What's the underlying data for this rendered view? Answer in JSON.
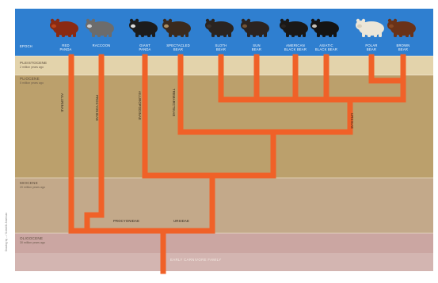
{
  "header": {
    "epoch_col": "EPOCH"
  },
  "species": [
    {
      "id": "red-panda",
      "label_lines": [
        "RED",
        "PANDA"
      ],
      "fur": "#8a2a12",
      "accent": "#c0471b"
    },
    {
      "id": "raccoon",
      "label_lines": [
        "RACCOON"
      ],
      "fur": "#6c6c6c",
      "accent": "#d8d8d8"
    },
    {
      "id": "giant-panda",
      "label_lines": [
        "GIANT",
        "PANDA"
      ],
      "fur": "#1c1c1c",
      "accent": "#f2f2f2"
    },
    {
      "id": "spectacled-bear",
      "label_lines": [
        "SPECTACLED",
        "BEAR"
      ],
      "fur": "#3a2a1e",
      "accent": "#b89a6a"
    },
    {
      "id": "sloth-bear",
      "label_lines": [
        "SLOTH",
        "BEAR"
      ],
      "fur": "#2a2420",
      "accent": "#3e342c"
    },
    {
      "id": "sun-bear",
      "label_lines": [
        "SUN",
        "BEAR"
      ],
      "fur": "#2b2320",
      "accent": "#7a5a3a"
    },
    {
      "id": "american-black-bear",
      "label_lines": [
        "AMERICAN",
        "BLACK BEAR"
      ],
      "fur": "#1a1816",
      "accent": "#2a2622"
    },
    {
      "id": "asiatic-black-bear",
      "label_lines": [
        "ASIATIC",
        "BLACK BEAR"
      ],
      "fur": "#141414",
      "accent": "#d8d2c6"
    },
    {
      "id": "polar-bear",
      "label_lines": [
        "POLAR",
        "BEAR"
      ],
      "fur": "#ece6d8",
      "accent": "#d6ccb8"
    },
    {
      "id": "brown-bear",
      "label_lines": [
        "BROWN",
        "BEAR"
      ],
      "fur": "#6a3218",
      "accent": "#8a4a26"
    }
  ],
  "epochs": [
    {
      "name": "PLEISTOCENE",
      "age": "2 million years ago"
    },
    {
      "name": "PLIOCENE",
      "age": "5 million years ago"
    },
    {
      "name": "MIOCENE",
      "age": "20 million years ago"
    },
    {
      "name": "OLIGOCENE",
      "age": "30 million years ago"
    }
  ],
  "lineage_labels": {
    "ailurinae": "AILURINAE",
    "procyonidae": "PROCYONIDAE",
    "ailuropodinae": "AILUROPODINAE",
    "tremarctinae": "TREMARCTINAE",
    "ursinae": "URSINAE",
    "procyonidae_h": "PROCYONIDAE",
    "ursidae": "URSIDAE"
  },
  "root_label": "EARLY CARNIVORE FAMILY",
  "credit": "Drawing by ... / Scientific American",
  "colors": {
    "sky": "#2f7fd0",
    "band_top": "#e3d3ab",
    "band_upper": "#bba06c",
    "band_mid": "#c3a98a",
    "band_lower": "#cba6a2",
    "band_bottom": "#d6bcb8",
    "branch": "#f06128"
  }
}
